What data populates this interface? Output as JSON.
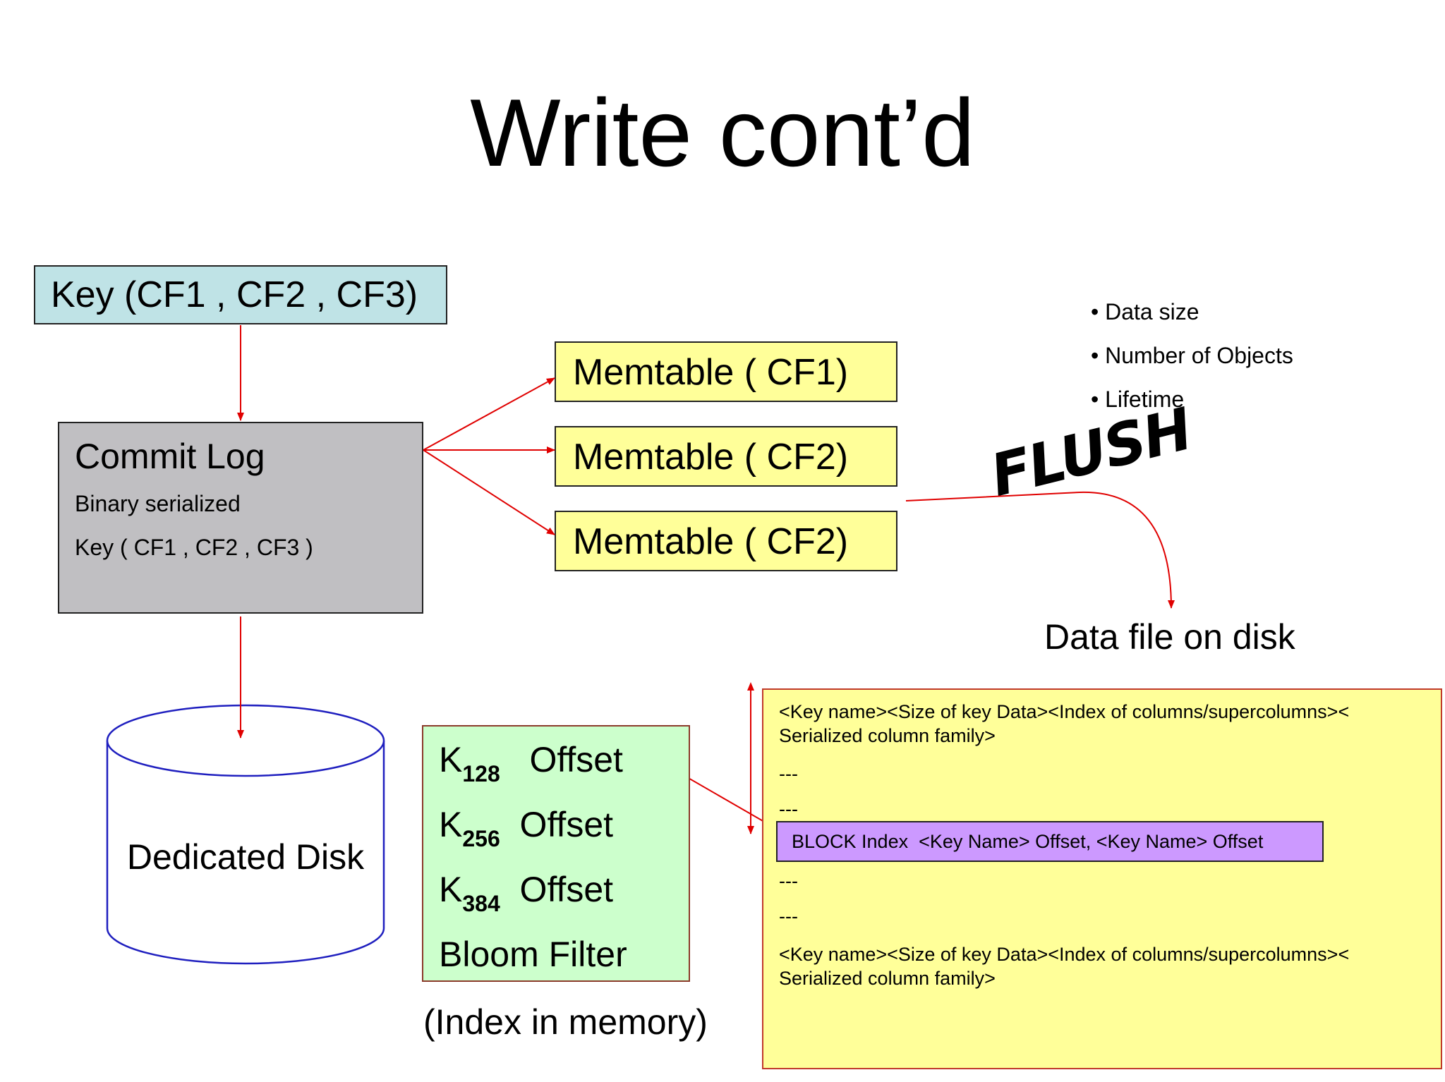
{
  "title": "Write cont’d",
  "key_box": {
    "label": "Key (CF1 , CF2 , CF3)"
  },
  "commit_log": {
    "title": "Commit Log",
    "line1": "Binary serialized",
    "line2": "Key ( CF1 , CF2 , CF3 )"
  },
  "memtables": [
    "Memtable ( CF1)",
    "Memtable ( CF2)",
    "Memtable ( CF2)"
  ],
  "flush_criteria": [
    "• Data size",
    "• Number of Objects",
    "• Lifetime"
  ],
  "flush_label": "FLUSH",
  "data_file_label": "Data file on disk",
  "disk_label": "Dedicated Disk",
  "index": {
    "rows": [
      {
        "k": "K",
        "sub": "128",
        "text": "Offset"
      },
      {
        "k": "K",
        "sub": "256",
        "text": "Offset"
      },
      {
        "k": "K",
        "sub": "384",
        "text": "Offset"
      }
    ],
    "bloom": "Bloom Filter",
    "caption": "(Index in memory)"
  },
  "data_file": {
    "row_first": "<Key name><Size of key Data><Index of columns/supercolumns>< Serialized column family>",
    "sep": "---",
    "block_index": "BLOCK Index  <Key Name> Offset, <Key Name> Offset",
    "row_last": "<Key name><Size of key Data><Index of columns/supercolumns>< Serialized column family>"
  },
  "colors": {
    "arrow": "#e00000",
    "key_box": "#bfe3e6",
    "commit_log": "#c0bfc2",
    "memtable": "#ffff99",
    "index": "#ccffcc",
    "block_index": "#cc99ff",
    "disk_outline": "#1f1fbf"
  }
}
